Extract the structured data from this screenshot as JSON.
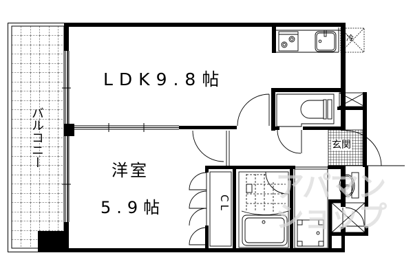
{
  "floor_plan": {
    "rooms": {
      "ldk": {
        "label": "LDK9.8帖",
        "type": "LDK",
        "size_jo": 9.8
      },
      "western_room": {
        "label_line1": "洋室",
        "label_line2": "5.9帖",
        "type": "洋室",
        "size_jo": 5.9
      },
      "balcony": {
        "label": "バルコニー"
      },
      "closet": {
        "label": "CL"
      },
      "entrance": {
        "label": "玄関"
      }
    },
    "fixtures": {
      "fridge_label": "冷",
      "kitchen_stove": "two-burner-stove",
      "kitchen_sink": "sink",
      "toilet": "toilet",
      "bathtub": "bathtub",
      "washbasin": "washbasin",
      "washing_machine": "washing-machine-pan"
    },
    "watermark": {
      "line1": "アパマン",
      "line2": "ショップ"
    },
    "colors": {
      "wall": "#000000",
      "background": "#ffffff",
      "watermark": "#d9d9d9"
    }
  }
}
